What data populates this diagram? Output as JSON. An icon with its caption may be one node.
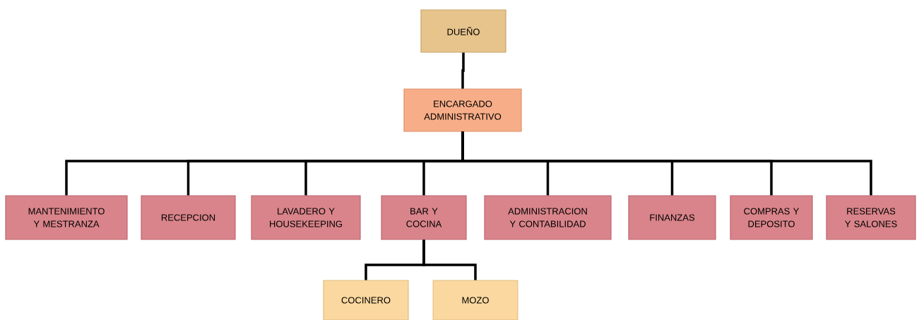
{
  "diagram": {
    "nodes": [
      {
        "text": [
          "DUEÑO"
        ]
      },
      {
        "text": [
          "ENCARGADO ADMINISTRATIVO"
        ]
      },
      {
        "text": [
          "MANTENIMIENTO Y MESTRANZA"
        ]
      },
      {
        "text": [
          "RECEPCION"
        ]
      },
      {
        "text": [
          "LAVADERO Y HOUSEKEEPING"
        ]
      },
      {
        "text": [
          "BAR Y COCINA"
        ]
      },
      {
        "text": [
          "ADMINISTRACION Y CONTABILIDAD"
        ]
      },
      {
        "text": [
          "FINANZAS"
        ]
      },
      {
        "text": [
          "COMPRAS Y DEPOSITO"
        ]
      },
      {
        "text": [
          "RESERVAS Y SALONES"
        ]
      },
      {
        "text": [
          "COCINERO"
        ]
      },
      {
        "text": [
          "MOZO"
        ]
      }
    ],
    "edges": [
      {
        "from": 0,
        "to": 1,
        "arrow": "none"
      },
      {
        "from": 1,
        "to": 2,
        "arrow": "none"
      },
      {
        "from": 1,
        "to": 3,
        "arrow": "none"
      },
      {
        "from": 1,
        "to": 4,
        "arrow": "none"
      },
      {
        "from": 1,
        "to": 5,
        "arrow": "none"
      },
      {
        "from": 1,
        "to": 6,
        "arrow": "none"
      },
      {
        "from": 1,
        "to": 7,
        "arrow": "none"
      },
      {
        "from": 1,
        "to": 8,
        "arrow": "none"
      },
      {
        "from": 1,
        "to": 9,
        "arrow": "none"
      },
      {
        "from": 5,
        "to": 10,
        "arrow": "none"
      },
      {
        "from": 5,
        "to": 11,
        "arrow": "none"
      }
    ]
  }
}
